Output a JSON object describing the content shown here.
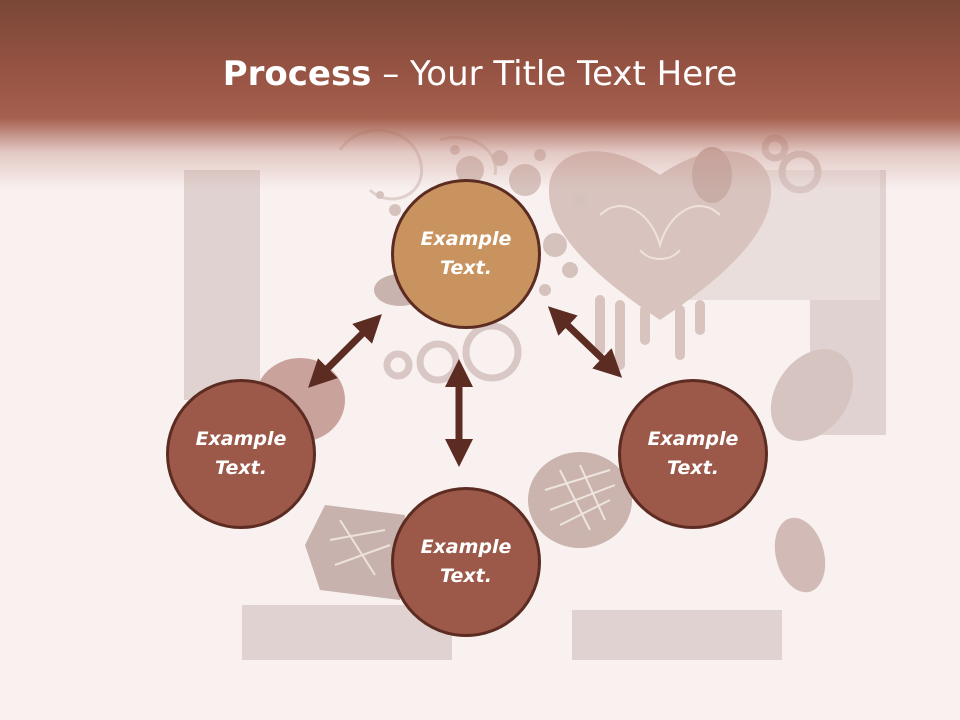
{
  "slide": {
    "title_bold": "Process",
    "title_rest": " – Your Title Text Here"
  },
  "diagram": {
    "nodes": [
      {
        "id": "top",
        "label_line1": "Example",
        "label_line2": "Text."
      },
      {
        "id": "left",
        "label_line1": "Example",
        "label_line2": "Text."
      },
      {
        "id": "bottom",
        "label_line1": "Example",
        "label_line2": "Text."
      },
      {
        "id": "right",
        "label_line1": "Example",
        "label_line2": "Text."
      }
    ]
  },
  "colors": {
    "header_top": "#7a4737",
    "header_bottom": "#a6604e",
    "top_node_fill": "#c9935f",
    "node_fill": "#9c5849",
    "node_border": "#5c2c22",
    "arrow": "#5c2c22",
    "background": "#f8f1f0"
  }
}
